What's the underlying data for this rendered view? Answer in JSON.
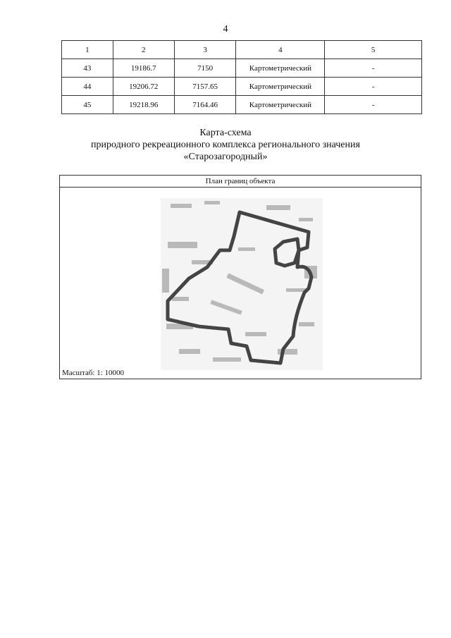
{
  "page_number": "4",
  "table": {
    "header": [
      "1",
      "2",
      "3",
      "4",
      "5"
    ],
    "rows": [
      [
        "43",
        "19186.7",
        "7150",
        "Картометрический",
        "-"
      ],
      [
        "44",
        "19206.72",
        "7157.65",
        "Картометрический",
        "-"
      ],
      [
        "45",
        "19218.96",
        "7164.46",
        "Картометрический",
        "-"
      ]
    ]
  },
  "title": {
    "line1": "Карта-схема",
    "line2": "природного рекреационного комплекса регионального значения",
    "line3": "«Старозагородный»"
  },
  "map": {
    "header": "План границ объекта",
    "scale": "Масштаб: 1: 10000"
  }
}
